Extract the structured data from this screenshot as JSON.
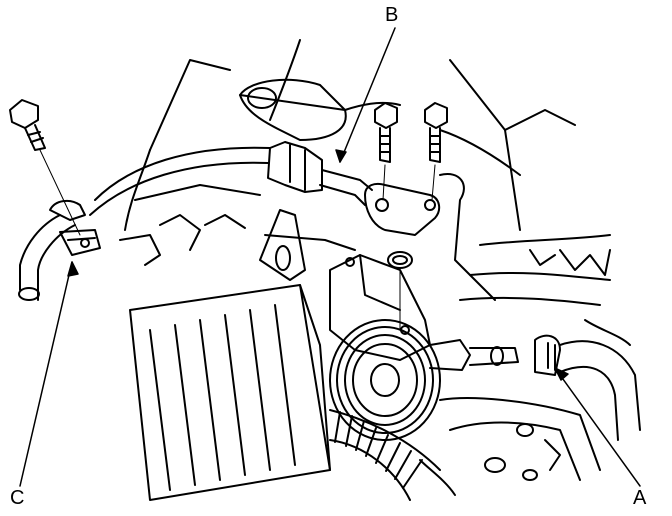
{
  "callouts": {
    "a": "A",
    "b": "B",
    "c": "C"
  },
  "colors": {
    "ink": "#000000",
    "paper": "#ffffff"
  },
  "parts": [
    "bolt-icon",
    "bolt-icon",
    "bolt-icon",
    "o-ring-icon",
    "hose-clamp-icon",
    "bracket-icon",
    "pulley-icon",
    "pump-icon"
  ]
}
